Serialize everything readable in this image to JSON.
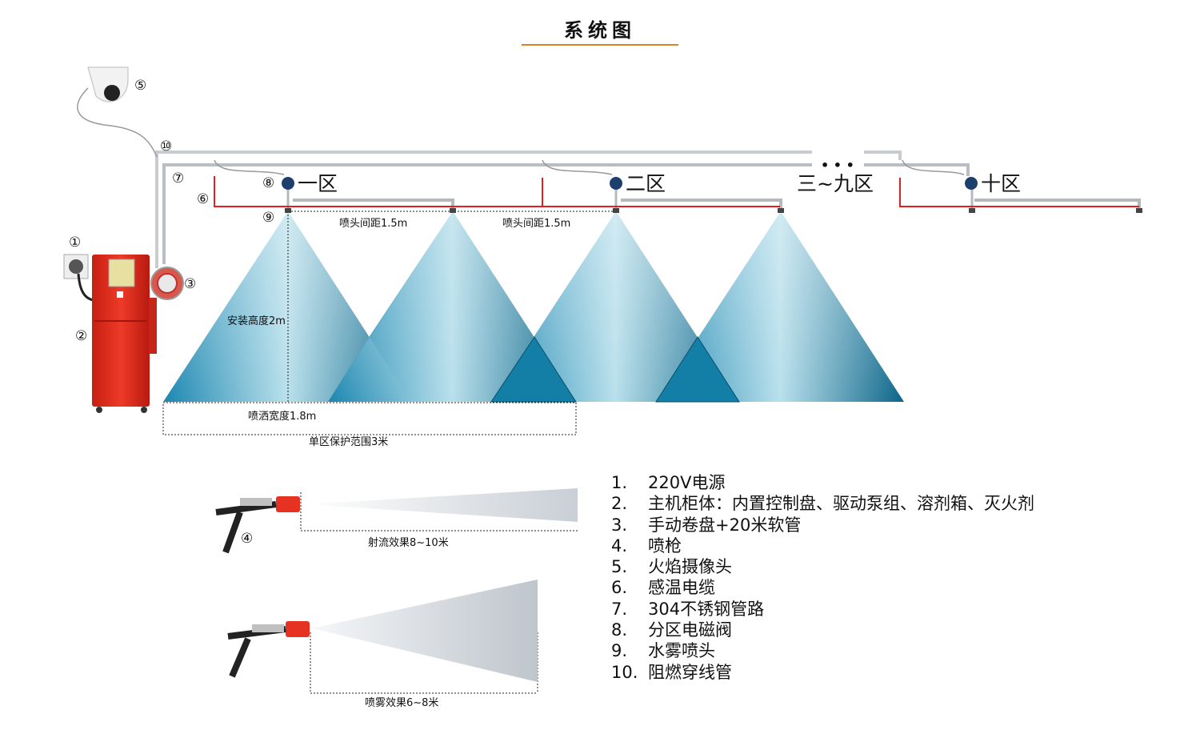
{
  "title": "系统图",
  "callouts": [
    "①",
    "②",
    "③",
    "④",
    "⑤",
    "⑥",
    "⑦",
    "⑧",
    "⑨",
    "⑩"
  ],
  "zones": [
    "一区",
    "二区",
    "三~九区",
    "十区"
  ],
  "ellipsis": "• • •",
  "dimensions": {
    "nozzle_spacing_1": "喷头间距1.5m",
    "nozzle_spacing_2": "喷头间距1.5m",
    "install_height": "安装高度2m",
    "spray_width": "喷洒宽度1.8m",
    "zone_range": "单区保护范围3米",
    "jet_effect": "射流效果8~10米",
    "mist_effect": "喷雾效果6~8米"
  },
  "legend": [
    {
      "num": "1.",
      "text": "220V电源"
    },
    {
      "num": "2.",
      "text": "主机柜体：内置控制盘、驱动泵组、溶剂箱、灭火剂"
    },
    {
      "num": "3.",
      "text": "手动卷盘+20米软管"
    },
    {
      "num": "4.",
      "text": "喷枪"
    },
    {
      "num": "5.",
      "text": "火焰摄像头"
    },
    {
      "num": "6.",
      "text": "感温电缆"
    },
    {
      "num": "7.",
      "text": "304不锈钢管路"
    },
    {
      "num": "8.",
      "text": "分区电磁阀"
    },
    {
      "num": "9.",
      "text": "水雾喷头"
    },
    {
      "num": "10.",
      "text": "阻燃穿线管"
    }
  ],
  "colors": {
    "cabinet": "#e53222",
    "cable": "#e02020",
    "cone_light": "#c8e6f0",
    "cone_dark": "#0d6f93",
    "accent_rule": "#d9822b",
    "pipe": "#c7cbd0"
  }
}
